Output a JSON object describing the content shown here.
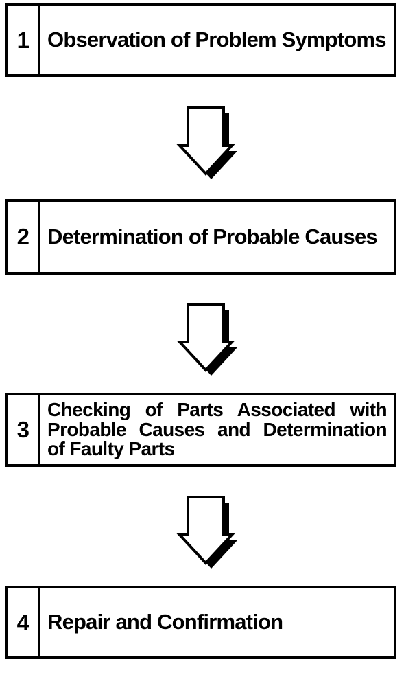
{
  "diagram": {
    "kind": "troubleshooting-flowchart",
    "colors": {
      "foreground": "#000000",
      "background": "#ffffff"
    },
    "connector_icon": "down-block-arrow",
    "steps": [
      {
        "number": "1",
        "label": "Observation of Problem Symptoms"
      },
      {
        "number": "2",
        "label": "Determination of Probable Causes"
      },
      {
        "number": "3",
        "label": "Checking of Parts Associated with Probable Causes and Determination of Faulty Parts",
        "lines": [
          {
            "text": "Checking of Parts Associated with"
          },
          {
            "text": "Probable Causes and Determination"
          },
          {
            "text": "of Faulty Parts"
          }
        ]
      },
      {
        "number": "4",
        "label": "Repair and Confirmation"
      }
    ]
  }
}
